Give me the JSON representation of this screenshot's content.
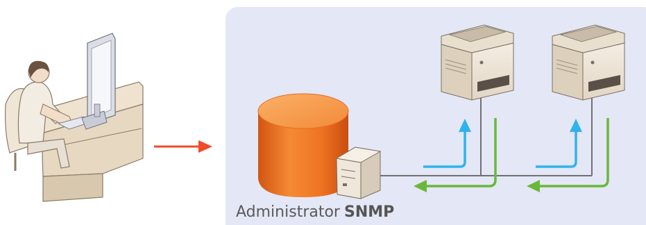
{
  "caption": {
    "role": "Administrator",
    "protocol": "SNMP"
  },
  "icons": {
    "user": "person-at-computer-icon",
    "database": "database-cylinder-icon",
    "server": "server-tower-icon",
    "printer": "multifunction-printer-icon"
  },
  "colors": {
    "panel_background": "#e3e7f6",
    "red_arrow": "#f04a26",
    "upload_arrow": "#2fb3ee",
    "download_arrow": "#6ab83a",
    "network_line": "#707070",
    "database_orange": "#f07a28",
    "printer_body": "#efe7da"
  },
  "printer_count": 2
}
